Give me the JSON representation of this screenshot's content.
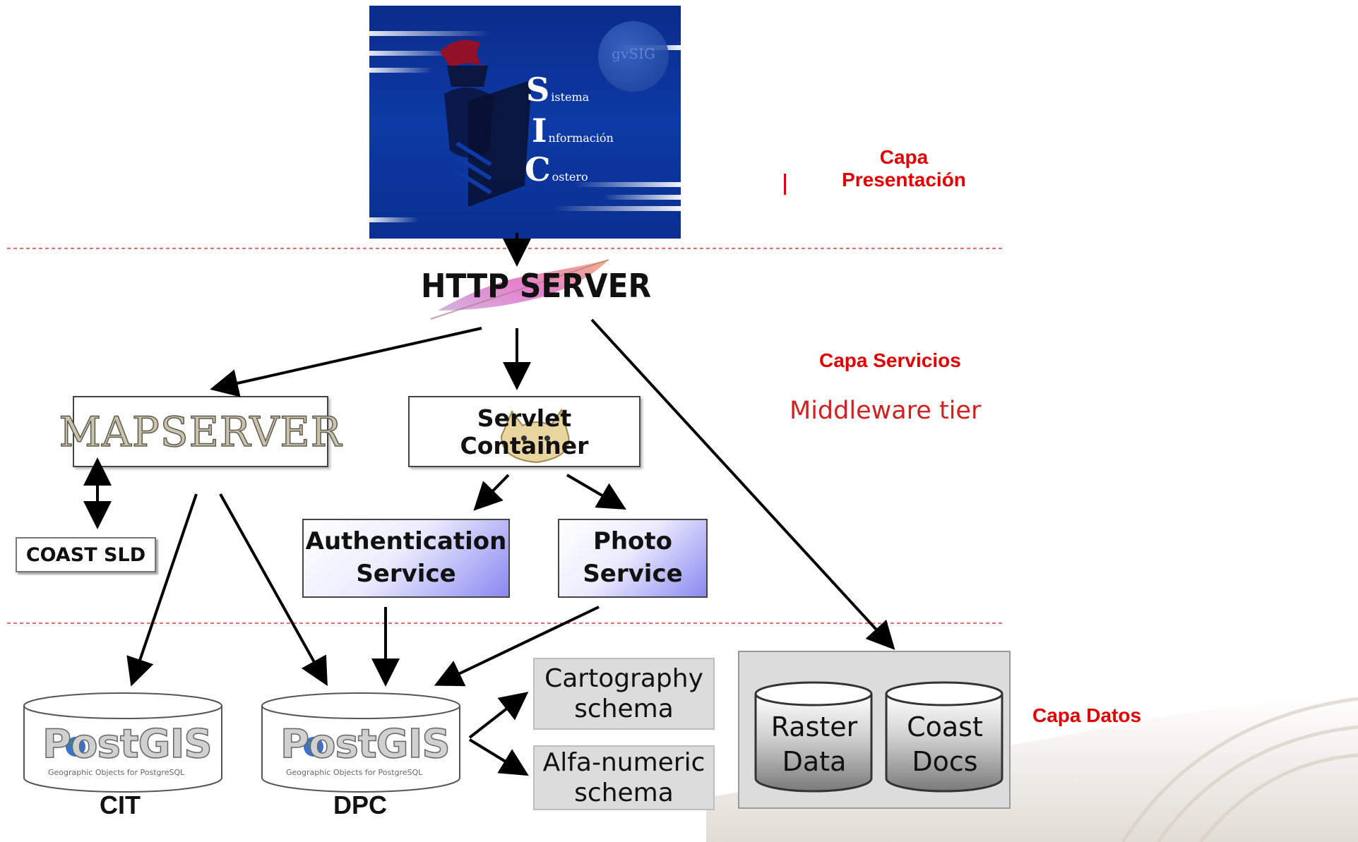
{
  "banner": {
    "line1_initial": "S",
    "line1_rest": "istema",
    "line2_initial": "I",
    "line2_rest": "nformación",
    "line3_initial": "C",
    "line3_rest": "ostero",
    "watermark": "gvSIG"
  },
  "layers": {
    "presentation_line1": "Capa",
    "presentation_line2": "Presentación",
    "services": "Capa Servicios",
    "middleware": "Middleware tier",
    "data": "Capa Datos"
  },
  "components": {
    "http_server": "HTTP SERVER",
    "mapserver": "MAPSERVER",
    "servlet_container": "Servlet Container",
    "coast_sld": "COAST SLD",
    "auth_service_line1": "Authentication",
    "auth_service_line2": "Service",
    "photo_service_line1": "Photo",
    "photo_service_line2": "Service",
    "postgis_logo": "PostGIS",
    "postgis_tagline": "Geographic Objects for PostgreSQL",
    "db_cit": "CIT",
    "db_dpc": "DPC",
    "schema_cartography_line1": "Cartography",
    "schema_cartography_line2": "schema",
    "schema_alfanumeric_line1": "Alfa-numeric",
    "schema_alfanumeric_line2": "schema",
    "raster_line1": "Raster",
    "raster_line2": "Data",
    "coast_docs_line1": "Coast",
    "coast_docs_line2": "Docs"
  },
  "colors": {
    "banner_blue": "#0d3aa5",
    "layer_label_red": "#e00000",
    "separator_red": "#d94040",
    "service_purple": "#8a88f0"
  }
}
